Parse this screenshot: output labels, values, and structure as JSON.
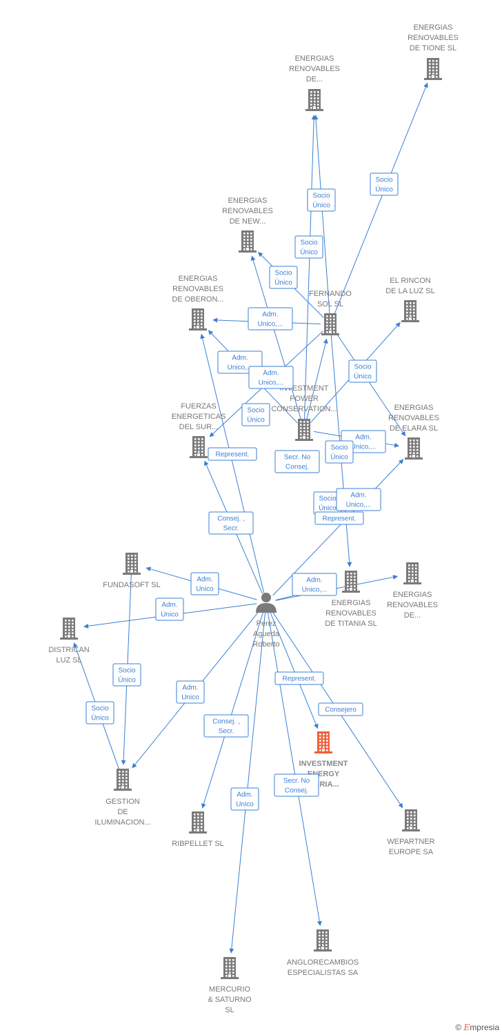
{
  "colors": {
    "edge": "#3a7fd5",
    "building": "#7a7a7a",
    "focus_building": "#f0603a",
    "person": "#7a7a7a",
    "label": "#777777"
  },
  "person": {
    "name_lines": [
      "Perez",
      "Agueda",
      "Roberto"
    ],
    "icon": "person-icon"
  },
  "nodes": [
    {
      "id": "tione",
      "lines": [
        "ENERGIAS",
        "RENOVABLES",
        "DE TIONE  SL"
      ]
    },
    {
      "id": "renov_de",
      "lines": [
        "ENERGIAS",
        "RENOVABLES",
        "DE..."
      ]
    },
    {
      "id": "new",
      "lines": [
        "ENERGIAS",
        "RENOVABLES",
        "DE NEW..."
      ]
    },
    {
      "id": "oberon",
      "lines": [
        "ENERGIAS",
        "RENOVABLES",
        "DE OBERON..."
      ]
    },
    {
      "id": "fernando",
      "lines": [
        "FERNANDO",
        "SOL SL"
      ]
    },
    {
      "id": "rincon",
      "lines": [
        "EL RINCON",
        "DE LA LUZ SL"
      ]
    },
    {
      "id": "ipc",
      "lines": [
        "INVESTMENT",
        "POWER",
        "CONSERVATION..."
      ]
    },
    {
      "id": "fuerzas",
      "lines": [
        "FUERZAS",
        "ENERGETICAS",
        "DEL SUR..."
      ]
    },
    {
      "id": "elara",
      "lines": [
        "ENERGIAS",
        "RENOVABLES",
        "DE ELARA  SL"
      ]
    },
    {
      "id": "fundasoft",
      "lines": [
        "FUNDASOFT SL"
      ]
    },
    {
      "id": "titania",
      "lines": [
        "ENERGIAS",
        "RENOVABLES",
        "DE TITANIA  SL"
      ]
    },
    {
      "id": "renov_de2",
      "lines": [
        "ENERGIAS",
        "RENOVABLES",
        "DE..."
      ]
    },
    {
      "id": "districan",
      "lines": [
        "DISTRICAN",
        "LUZ SL"
      ]
    },
    {
      "id": "investment_energy",
      "lines": [
        "INVESTMENT",
        "ENERGY",
        "MARIA..."
      ],
      "focus": true
    },
    {
      "id": "gestion",
      "lines": [
        "GESTION",
        "DE",
        "ILUMINACION..."
      ]
    },
    {
      "id": "ribpellet",
      "lines": [
        "RIBPELLET SL"
      ]
    },
    {
      "id": "wepartner",
      "lines": [
        "WEPARTNER",
        "EUROPE SA"
      ]
    },
    {
      "id": "anglorecambios",
      "lines": [
        "ANGLORECAMBIOS",
        "ESPECIALISTAS SA"
      ]
    },
    {
      "id": "mercurio",
      "lines": [
        "MERCURIO",
        "& SATURNO",
        "SL"
      ]
    }
  ],
  "relations": [
    {
      "from": "fernando",
      "to": "tione",
      "lines": [
        "Socio",
        "Único"
      ]
    },
    {
      "from": "fernando",
      "to": "renov_de",
      "lines": [
        "Socio",
        "Único"
      ]
    },
    {
      "from": "ipc",
      "to": "renov_de",
      "lines": [
        "Socio",
        "Único"
      ]
    },
    {
      "from": "fernando",
      "to": "new",
      "lines": [
        "Socio",
        "Único"
      ]
    },
    {
      "from": "ipc",
      "to": "new",
      "lines": [
        "Adm.",
        "Unico,..."
      ]
    },
    {
      "from": "fernando",
      "to": "oberon",
      "lines": [
        "Adm.",
        "Unico,..."
      ]
    },
    {
      "from": "ipc",
      "to": "oberon",
      "lines": [
        "Adm.",
        "Unico,..."
      ]
    },
    {
      "from": "fernando",
      "to": "fuerzas",
      "lines": [
        "Socio",
        "Único"
      ]
    },
    {
      "from": "person",
      "to": "fuerzas",
      "lines": [
        "Represent."
      ]
    },
    {
      "from": "ipc",
      "to": "fernando",
      "lines": [
        "Secr.  No",
        "Consej."
      ]
    },
    {
      "from": "fernando",
      "to": "elara",
      "lines": [
        "Socio",
        "Único"
      ]
    },
    {
      "from": "ipc",
      "to": "rincon",
      "lines": [
        "Adm.",
        "Unico,..."
      ]
    },
    {
      "from": "ipc",
      "to": "elara",
      "lines": [
        "Socio",
        "Único"
      ]
    },
    {
      "from": "fernando",
      "to": "titania",
      "lines": [
        "Socio",
        "Único"
      ]
    },
    {
      "from": "person",
      "to": "elara",
      "lines": [
        "Adm.",
        "Unico,..."
      ]
    },
    {
      "from": "person",
      "to": "titania",
      "lines": [
        "Represent."
      ]
    },
    {
      "from": "person",
      "to": "oberon",
      "lines": [
        "Consej. ,",
        "Secr."
      ]
    },
    {
      "from": "person",
      "to": "renov_de2",
      "lines": [
        "Adm.",
        "Unico,..."
      ]
    },
    {
      "from": "person",
      "to": "fundasoft",
      "lines": [
        "Adm.",
        "Unico"
      ]
    },
    {
      "from": "person",
      "to": "districan",
      "lines": [
        "Adm.",
        "Unico"
      ]
    },
    {
      "from": "fundasoft",
      "to": "gestion",
      "lines": [
        "Socio",
        "Único"
      ]
    },
    {
      "from": "gestion",
      "to": "districan",
      "lines": [
        "Socio",
        "Único"
      ]
    },
    {
      "from": "person",
      "to": "gestion",
      "lines": [
        "Adm.",
        "Unico"
      ]
    },
    {
      "from": "person",
      "to": "ribpellet",
      "lines": [
        "Consej. ,",
        "Secr."
      ]
    },
    {
      "from": "person",
      "to": "investment_energy",
      "lines": [
        "Represent."
      ]
    },
    {
      "from": "person",
      "to": "wepartner",
      "lines": [
        "Consejero"
      ]
    },
    {
      "from": "person",
      "to": "anglorecambios",
      "lines": [
        "Secr.  No",
        "Consej."
      ]
    },
    {
      "from": "person",
      "to": "mercurio",
      "lines": [
        "Adm.",
        "Unico"
      ]
    }
  ],
  "watermark": {
    "copyright": "©",
    "brand_initial": "E",
    "brand_rest": "mpresia"
  }
}
